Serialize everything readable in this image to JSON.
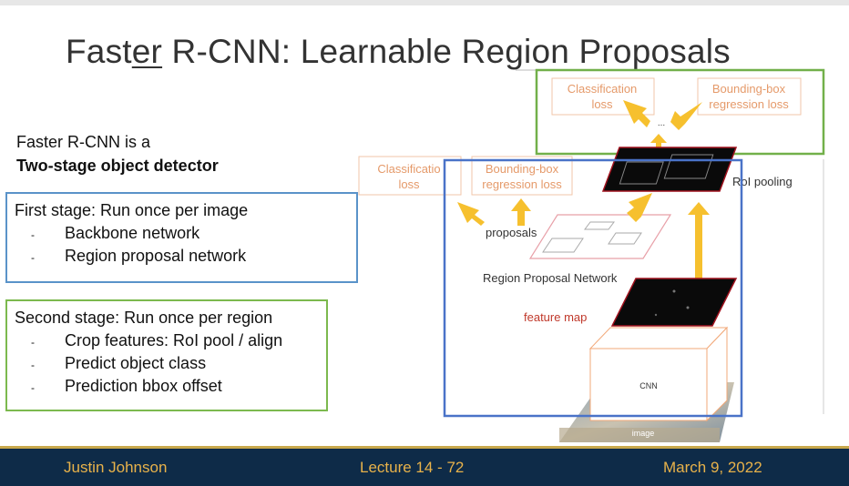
{
  "title": {
    "prefix": "Fast",
    "underlined": "er",
    "suffix": " R-CNN: Learnable Region Proposals"
  },
  "intro": {
    "line1": "Faster R-CNN is a",
    "line2": "Two-stage object detector"
  },
  "stage1": {
    "heading": "First stage: Run once per image",
    "items": [
      "Backbone network",
      "Region proposal network"
    ]
  },
  "stage2": {
    "heading": "Second stage: Run once per region",
    "items": [
      "Crop features: RoI pool / align",
      "Predict object class",
      "Prediction bbox offset"
    ]
  },
  "diagram": {
    "top_class_loss": [
      "Classification",
      "loss"
    ],
    "top_bbox_loss": [
      "Bounding-box",
      "regression loss"
    ],
    "ellipsis": "...",
    "left_class_loss": [
      "Classificatio",
      "loss"
    ],
    "left_bbox_loss": [
      "Bounding-box",
      "regression loss"
    ],
    "roi_pooling": "RoI pooling",
    "proposals": "proposals",
    "rpn": "Region Proposal Network",
    "feature_map": "feature map",
    "cnn": "CNN",
    "image": "image"
  },
  "colors": {
    "orange_label": "#e59a6a",
    "arrow": "#f6c02e",
    "blue_box": "#4a73c8",
    "green_box": "#72b04a",
    "red_text": "#c0392b",
    "footer_bg": "#0e2b48",
    "footer_text": "#e8b24a"
  },
  "footer": {
    "author": "Justin Johnson",
    "lecture": "Lecture 14 - 72",
    "date": "March 9, 2022"
  }
}
